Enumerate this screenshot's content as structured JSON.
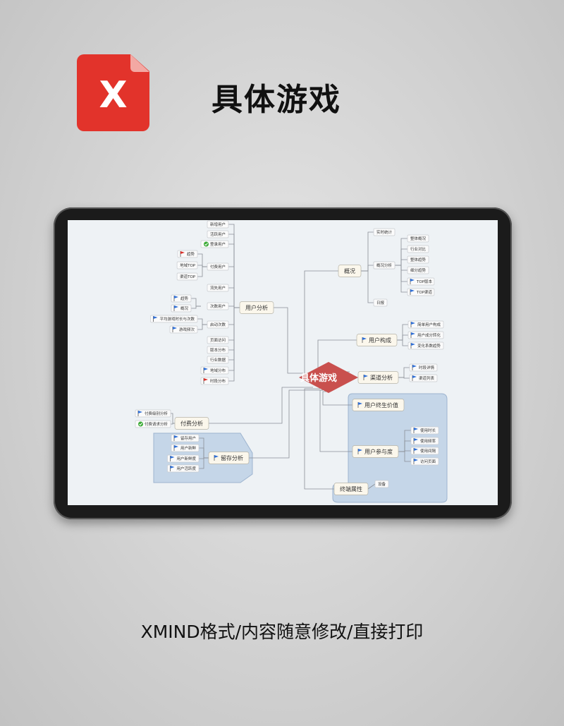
{
  "header": {
    "logo_mark": "X",
    "title": "具体游戏"
  },
  "footer": {
    "caption": "XMIND格式/内容随意修改/直接打印"
  },
  "mindmap": {
    "center": "具体游戏",
    "left": [
      {
        "label": "用户分析",
        "children": [
          {
            "label": "新增用户"
          },
          {
            "label": "活跃用户"
          },
          {
            "label": "登录用户",
            "icon": "check"
          },
          {
            "label": "付费用户",
            "children": [
              {
                "label": "趋势",
                "icon": "red-flag"
              },
              {
                "label": "地域TOP"
              },
              {
                "label": "渠道TOP"
              }
            ]
          },
          {
            "label": "流失用户"
          },
          {
            "label": "次数用户",
            "children": [
              {
                "label": "趋势",
                "icon": "blue-flag"
              },
              {
                "label": "概况",
                "icon": "blue-flag"
              }
            ]
          },
          {
            "label": "启动次数",
            "children": [
              {
                "label": "平均游戏时长与次数",
                "icon": "blue-flag"
              },
              {
                "label": "游戏频次",
                "icon": "blue-flag"
              }
            ]
          },
          {
            "label": "页面访问"
          },
          {
            "label": "版本分布"
          },
          {
            "label": "行业数据"
          },
          {
            "label": "地域分布",
            "icon": "blue-flag"
          },
          {
            "label": "时段分布",
            "icon": "red-flag"
          }
        ]
      },
      {
        "label": "付费分析",
        "children": [
          {
            "label": "付费级别分析",
            "icon": "blue-flag"
          },
          {
            "label": "付费请求分析",
            "icon": "check"
          }
        ]
      },
      {
        "label": "留存分析",
        "icon": "blue-flag",
        "children": [
          {
            "label": "留存用户",
            "icon": "blue-flag"
          },
          {
            "label": "用户新鲜",
            "icon": "blue-flag"
          },
          {
            "label": "用户新鲜度",
            "icon": "blue-flag"
          },
          {
            "label": "用户活跃度",
            "icon": "blue-flag"
          }
        ]
      }
    ],
    "right": [
      {
        "label": "概况",
        "children": [
          {
            "label": "实时统计"
          },
          {
            "label": "概况分析",
            "children": [
              {
                "label": "整体概况"
              },
              {
                "label": "行业对比"
              },
              {
                "label": "整体趋势"
              },
              {
                "label": "细分趋势"
              },
              {
                "label": "TOP版本",
                "icon": "blue-flag"
              },
              {
                "label": "TOP渠道",
                "icon": "blue-flag"
              }
            ]
          },
          {
            "label": "日报"
          }
        ]
      },
      {
        "label": "用户构成",
        "icon": "blue-flag",
        "children": [
          {
            "label": "简单用户构成",
            "icon": "blue-flag"
          },
          {
            "label": "用户成分转化",
            "icon": "blue-flag"
          },
          {
            "label": "变化系数趋势",
            "icon": "blue-flag"
          }
        ]
      },
      {
        "label": "渠道分析",
        "icon": "blue-flag",
        "children": [
          {
            "label": "时段详情",
            "icon": "blue-flag"
          },
          {
            "label": "渠道列表",
            "icon": "blue-flag"
          }
        ]
      },
      {
        "label": "用户终生价值",
        "icon": "blue-flag"
      },
      {
        "label": "用户参与度",
        "icon": "blue-flag",
        "children": [
          {
            "label": "使用时长",
            "icon": "blue-flag"
          },
          {
            "label": "使用频率",
            "icon": "blue-flag"
          },
          {
            "label": "使用间隔",
            "icon": "blue-flag"
          },
          {
            "label": "访问页面",
            "icon": "blue-flag"
          }
        ]
      },
      {
        "label": "终端属性",
        "children": [
          {
            "label": "设备"
          }
        ]
      }
    ]
  },
  "colors": {
    "center": "#c9504e",
    "brand": "#e2332b",
    "group_fill": "#c5d6e8",
    "flag_blue": "#2f6fd6",
    "flag_red": "#d9302b",
    "check_green": "#3aaa35"
  }
}
